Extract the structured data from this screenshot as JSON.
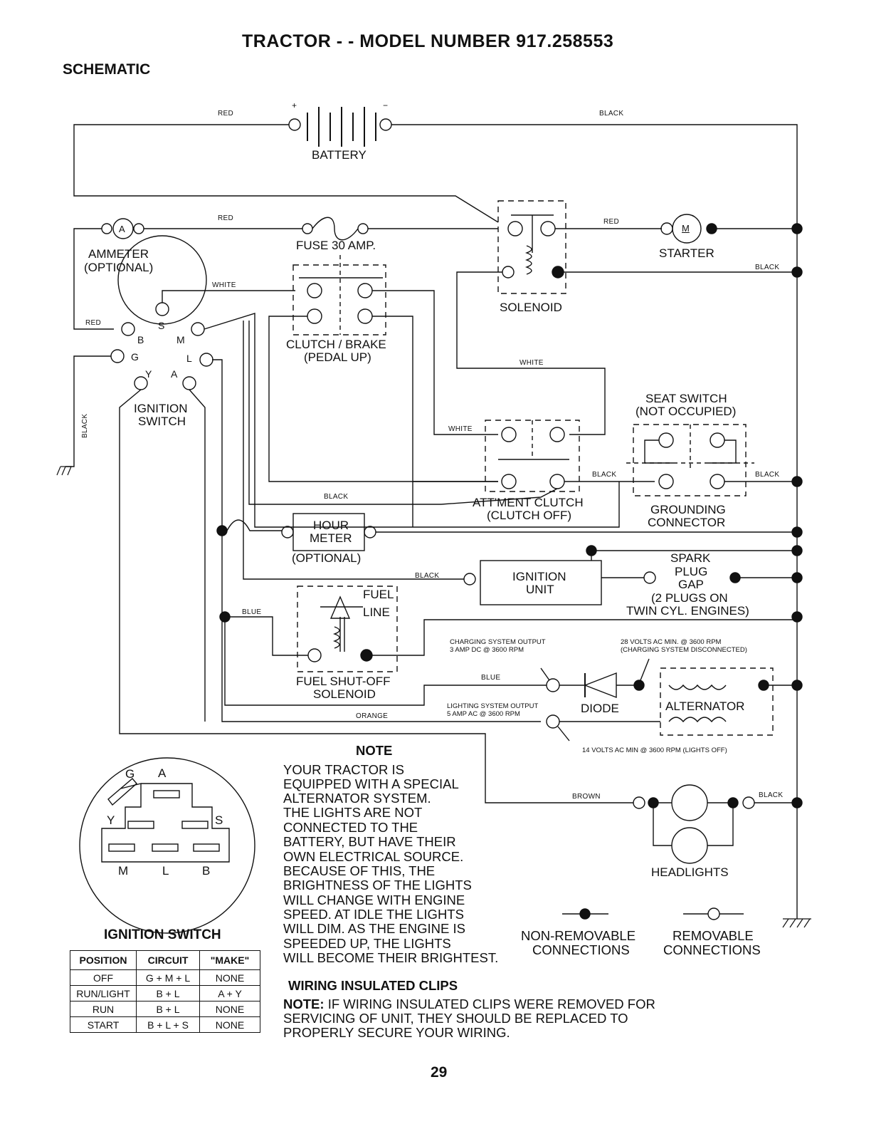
{
  "header": {
    "title": "TRACTOR - - MODEL NUMBER 917.258553",
    "subtitle": "SCHEMATIC"
  },
  "components": {
    "battery": "BATTERY",
    "ammeter_symbol": "A",
    "ammeter_l1": "AMMETER",
    "ammeter_l2": "(OPTIONAL)",
    "fuse": "FUSE 30 AMP.",
    "solenoid": "SOLENOID",
    "starter_symbol": "M",
    "starter": "STARTER",
    "clutch_l1": "CLUTCH / BRAKE",
    "clutch_l2": "(PEDAL UP)",
    "ignition_l1": "IGNITION",
    "ignition_l2": "SWITCH",
    "seat_l1": "SEAT SWITCH",
    "seat_l2": "(NOT OCCUPIED)",
    "attment_l1": "ATT'MENT CLUTCH",
    "attment_l2": "(CLUTCH OFF)",
    "grounding_l1": "GROUNDING",
    "grounding_l2": "CONNECTOR",
    "hour_l1": "HOUR",
    "hour_l2": "METER",
    "hour_l3": "(OPTIONAL)",
    "ign_unit_l1": "IGNITION",
    "ign_unit_l2": "UNIT",
    "spark_l1": "SPARK",
    "spark_l2": "PLUG",
    "spark_l3": "GAP",
    "spark_l4": "(2 PLUGS ON",
    "spark_l5": "TWIN CYL. ENGINES)",
    "fuel_l1": "FUEL",
    "fuel_l2": "LINE",
    "fuel_sol_l1": "FUEL SHUT-OFF",
    "fuel_sol_l2": "SOLENOID",
    "diode": "DIODE",
    "alternator": "ALTERNATOR",
    "headlights": "HEADLIGHTS",
    "switch_letters": {
      "b": "B",
      "s": "S",
      "m": "M",
      "g": "G",
      "l": "L",
      "y": "Y",
      "a": "A"
    }
  },
  "wire_labels": {
    "red": "RED",
    "black": "BLACK",
    "white": "WHITE",
    "blue": "BLUE",
    "orange": "ORANGE",
    "brown": "BROWN"
  },
  "annotations": {
    "charging_l1": "CHARGING SYSTEM OUTPUT",
    "charging_l2": "3 AMP DC @ 3600 RPM",
    "volts28_l1": "28 VOLTS AC MIN. @ 3600 RPM",
    "volts28_l2": "(CHARGING SYSTEM DISCONNECTED)",
    "lighting_l1": "LIGHTING SYSTEM OUTPUT",
    "lighting_l2": "5 AMP AC @ 3600 RPM",
    "volts14": "14 VOLTS AC MIN @ 3600 RPM (LIGHTS OFF)"
  },
  "note": {
    "heading": "NOTE",
    "lines": [
      "YOUR TRACTOR IS",
      "EQUIPPED WITH A SPECIAL",
      "ALTERNATOR SYSTEM.",
      "THE LIGHTS ARE NOT",
      "CONNECTED TO THE",
      "BATTERY, BUT HAVE THEIR",
      "OWN ELECTRICAL SOURCE.",
      "BECAUSE OF THIS, THE",
      "BRIGHTNESS OF THE LIGHTS",
      "WILL CHANGE WITH ENGINE",
      "SPEED. AT IDLE THE LIGHTS",
      "WILL DIM. AS THE ENGINE IS",
      "SPEEDED UP, THE LIGHTS",
      "WILL BECOME THEIR BRIGHTEST."
    ]
  },
  "legend": {
    "non_removable_l1": "NON-REMOVABLE",
    "non_removable_l2": "CONNECTIONS",
    "removable_l1": "REMOVABLE",
    "removable_l2": "CONNECTIONS"
  },
  "clips": {
    "heading": "WIRING INSULATED CLIPS",
    "note_label": "NOTE:",
    "line1": " IF WIRING INSULATED CLIPS WERE REMOVED FOR",
    "line2": "SERVICING OF UNIT, THEY SHOULD BE REPLACED TO",
    "line3": "PROPERLY SECURE YOUR WIRING."
  },
  "ignition_diagram": {
    "title": "IGNITION SWITCH",
    "letters": {
      "g": "G",
      "a": "A",
      "y": "Y",
      "s": "S",
      "m": "M",
      "l": "L",
      "b": "B"
    }
  },
  "ignition_table": {
    "headers": [
      "POSITION",
      "CIRCUIT",
      "\"MAKE\""
    ],
    "rows": [
      [
        "OFF",
        "G + M + L",
        "NONE"
      ],
      [
        "RUN/LIGHT",
        "B + L",
        "A + Y"
      ],
      [
        "RUN",
        "B + L",
        "NONE"
      ],
      [
        "START",
        "B + L + S",
        "NONE"
      ]
    ]
  },
  "page_number": "29"
}
